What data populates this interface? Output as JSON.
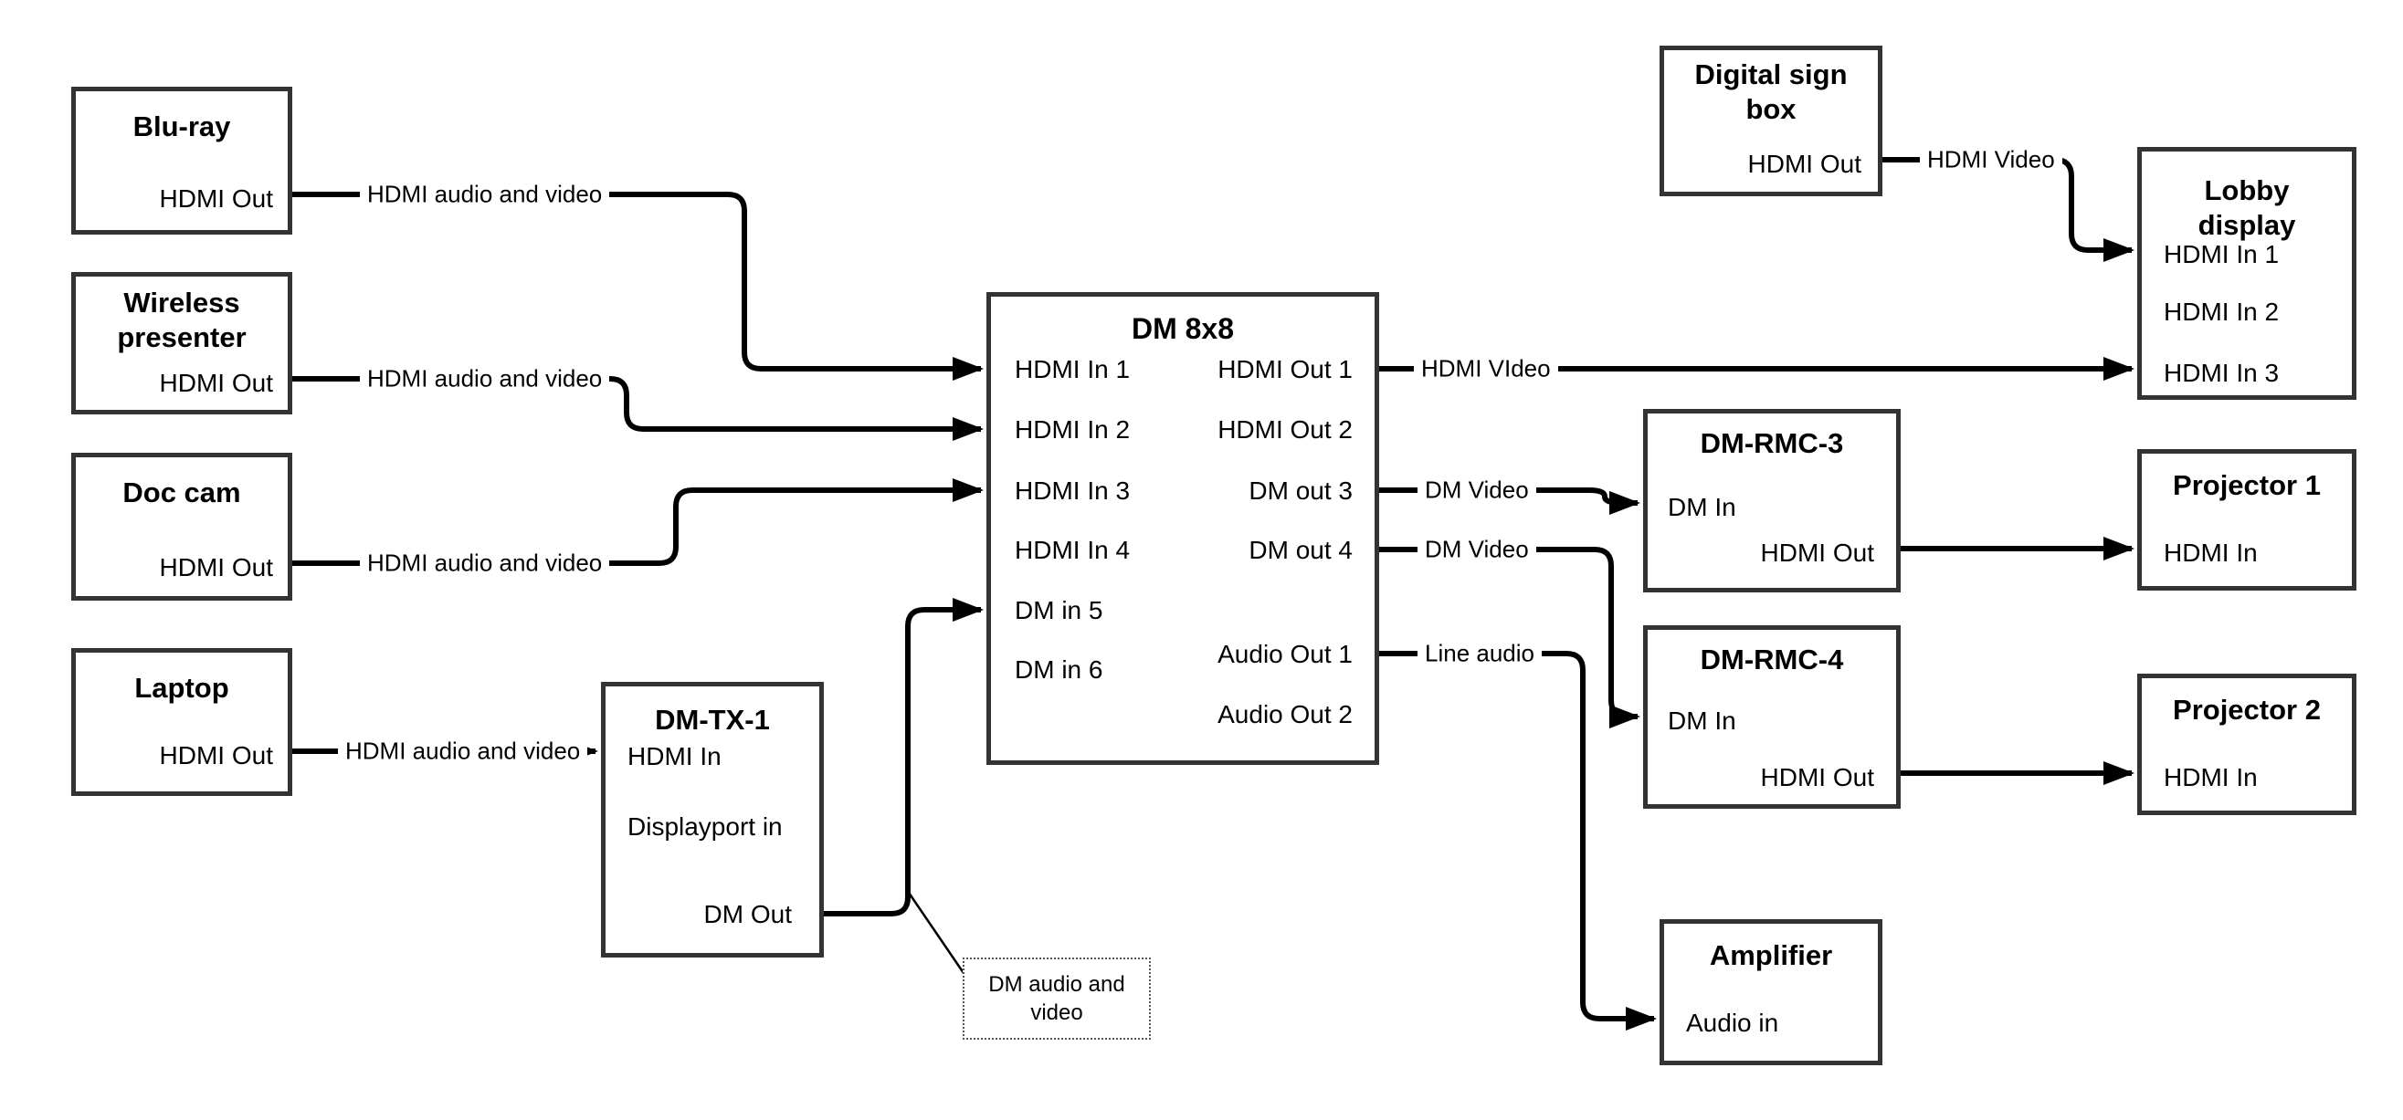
{
  "diagram_type": "av-signal-flow-diagram",
  "boxes": {
    "bluray": {
      "title": "Blu-ray",
      "ports": [
        "HDMI Out"
      ]
    },
    "wireless": {
      "title": "Wireless presenter",
      "ports": [
        "HDMI Out"
      ]
    },
    "doc_cam": {
      "title": "Doc cam",
      "ports": [
        "HDMI Out"
      ]
    },
    "laptop": {
      "title": "Laptop",
      "ports": [
        "HDMI Out"
      ]
    },
    "dm_tx_1": {
      "title": "DM-TX-1",
      "ports": [
        "HDMI In",
        "Displayport in",
        "DM Out"
      ]
    },
    "dm_8x8": {
      "title": "DM 8x8",
      "ports_left": [
        "HDMI In 1",
        "HDMI In 2",
        "HDMI In 3",
        "HDMI In 4",
        "DM in 5",
        "DM in 6"
      ],
      "ports_right": [
        "HDMI Out 1",
        "HDMI Out 2",
        "DM out 3",
        "DM out 4",
        "Audio Out 1",
        "Audio Out 2"
      ]
    },
    "digital_sign_box": {
      "title": "Digital sign box",
      "ports": [
        "HDMI Out"
      ]
    },
    "lobby_display": {
      "title": "Lobby display",
      "ports": [
        "HDMI In 1",
        "HDMI In 2",
        "HDMI In 3"
      ]
    },
    "dm_rmc_3": {
      "title": "DM-RMC-3",
      "ports": [
        "DM In",
        "HDMI Out"
      ]
    },
    "projector_1": {
      "title": "Projector 1",
      "ports": [
        "HDMI In"
      ]
    },
    "dm_rmc_4": {
      "title": "DM-RMC-4",
      "ports": [
        "DM In",
        "HDMI Out"
      ]
    },
    "projector_2": {
      "title": "Projector 2",
      "ports": [
        "HDMI In"
      ]
    },
    "amplifier": {
      "title": "Amplifier",
      "ports": [
        "Audio in"
      ]
    }
  },
  "connections": [
    {
      "from": "Blu-ray HDMI Out",
      "to": "DM 8x8 HDMI In 1",
      "label": "HDMI audio and video"
    },
    {
      "from": "Wireless presenter HDMI Out",
      "to": "DM 8x8 HDMI In 2",
      "label": "HDMI audio and video"
    },
    {
      "from": "Doc cam HDMI Out",
      "to": "DM 8x8 HDMI In 3",
      "label": "HDMI audio and video"
    },
    {
      "from": "Laptop HDMI Out",
      "to": "DM-TX-1 HDMI In",
      "label": "HDMI audio and video"
    },
    {
      "from": "DM-TX-1 DM Out",
      "to": "DM 8x8 DM in 5",
      "label": ""
    },
    {
      "from": "DM 8x8 HDMI Out 1",
      "to": "Lobby display HDMI In 3",
      "label": "HDMI VIdeo"
    },
    {
      "from": "DM 8x8 DM out 3",
      "to": "DM-RMC-3 DM In",
      "label": "DM Video"
    },
    {
      "from": "DM 8x8 DM out 4",
      "to": "DM-RMC-4 DM In",
      "label": "DM Video"
    },
    {
      "from": "DM 8x8 Audio Out 1",
      "to": "Amplifier Audio in",
      "label": "Line audio"
    },
    {
      "from": "Digital sign box HDMI Out",
      "to": "Lobby display HDMI In 1",
      "label": "HDMI Video"
    },
    {
      "from": "DM-RMC-3 HDMI Out",
      "to": "Projector 1 HDMI In",
      "label": ""
    },
    {
      "from": "DM-RMC-4 HDMI Out",
      "to": "Projector 2 HDMI In",
      "label": ""
    }
  ],
  "note": {
    "text": "DM audio and video"
  },
  "colors": {
    "background": "#ffffff",
    "box_border": "#333333",
    "wire": "#000000",
    "text": "#000000"
  }
}
